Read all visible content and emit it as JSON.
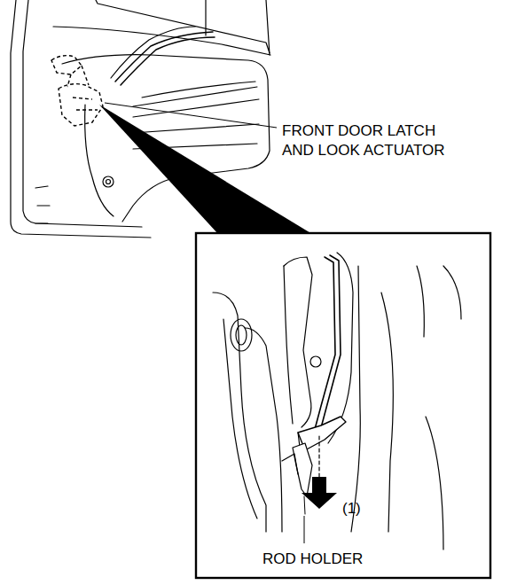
{
  "diagram": {
    "labels": [
      "FRONT DOOR LATCH AND LOOK ACTUATOR",
      "(1)",
      "ROD HOLDER"
    ]
  }
}
